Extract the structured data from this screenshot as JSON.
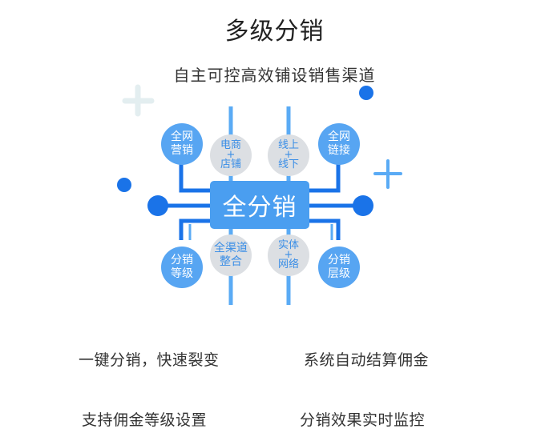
{
  "title": "多级分销",
  "subtitle": "自主可控高效铺设销售渠道",
  "center_label": "全分销",
  "nodes": {
    "top_left_outer": "全网\n营销",
    "top_left_inner": "电商\n+\n店铺",
    "top_right_inner": "线上\n+\n线下",
    "top_right_outer": "全网\n链接",
    "bottom_left_outer": "分销\n等级",
    "bottom_left_inner": "全渠道\n整合",
    "bottom_right_inner": "实体\n+\n网络",
    "bottom_right_outer": "分销\n层级"
  },
  "features": [
    "一键分销，快速裂变",
    "系统自动结算佣金",
    "支持佣金等级设置",
    "分销效果实时监控"
  ],
  "colors": {
    "primary": "#1a73e8",
    "node_blue": "#57a5f2",
    "node_gray": "#dcdfe3",
    "line_light": "#5aabf5",
    "plus_faded": "#e3eef0"
  }
}
